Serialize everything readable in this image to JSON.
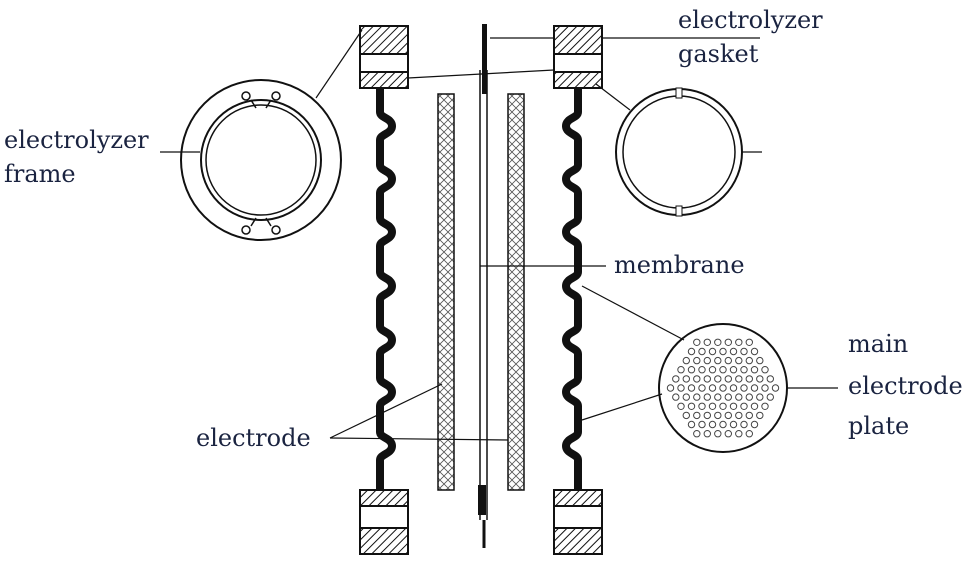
{
  "labels": {
    "electrolyzer": "electrolyzer",
    "gasket": "gasket",
    "frame_line1": "electrolyzer",
    "frame_line2": "frame",
    "membrane": "membrane",
    "main": "main",
    "electrode_plate_line1": "electrode",
    "plate": "plate",
    "electrode": "electrode"
  },
  "colors": {
    "ink": "#111111",
    "text": "#1a2340",
    "hatch_fill": "#cfcfcf"
  }
}
